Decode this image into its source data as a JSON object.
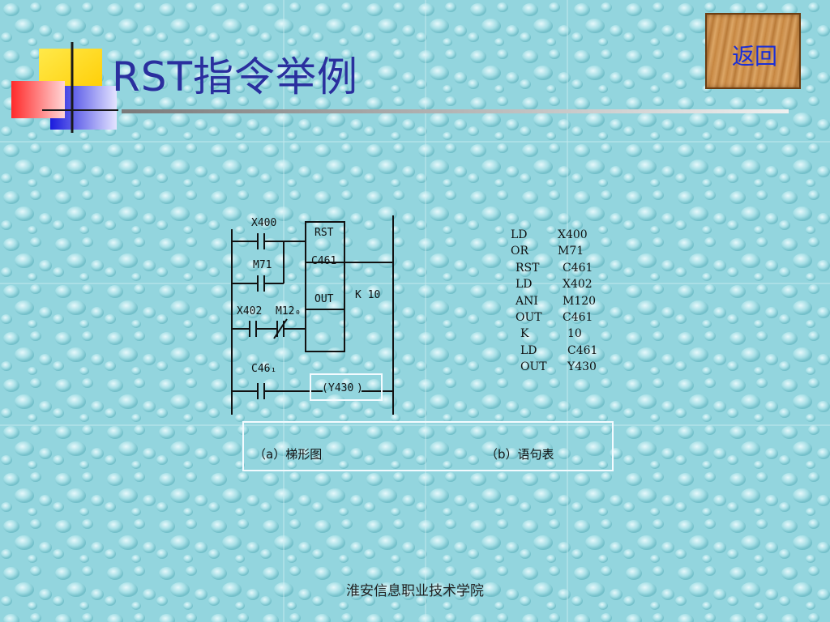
{
  "slide": {
    "title": "RST指令举例",
    "back_button_label": "返回",
    "footer": "淮安信息职业技术学院"
  },
  "ladder": {
    "labels": {
      "x400": "X400",
      "m71": "M71",
      "x402": "X402",
      "m120": "M12₀",
      "c461": "C46₁",
      "rst": "RST",
      "rst_target": "C461",
      "out": "OUT",
      "k10": "K 10",
      "coil": "Y430"
    }
  },
  "statement_list": [
    {
      "op": "LD",
      "arg": "X400"
    },
    {
      "op": "OR",
      "arg": "M71"
    },
    {
      "op": "RST",
      "arg": "C461"
    },
    {
      "op": "LD",
      "arg": "X402"
    },
    {
      "op": "ANI",
      "arg": "M120"
    },
    {
      "op": "OUT",
      "arg": "C461"
    },
    {
      "op": "K",
      "arg": "10"
    },
    {
      "op": "LD",
      "arg": "C461"
    },
    {
      "op": "OUT",
      "arg": "Y430"
    }
  ],
  "captions": {
    "left": "（a）梯形图",
    "right": "（b）语句表"
  },
  "colors": {
    "title": "#2a2f9e",
    "back_label": "#1b2fd6",
    "background": "#8fd3dc"
  },
  "icons": {
    "decoration": "stacked-squares-logo",
    "background": "water-droplets-texture"
  }
}
